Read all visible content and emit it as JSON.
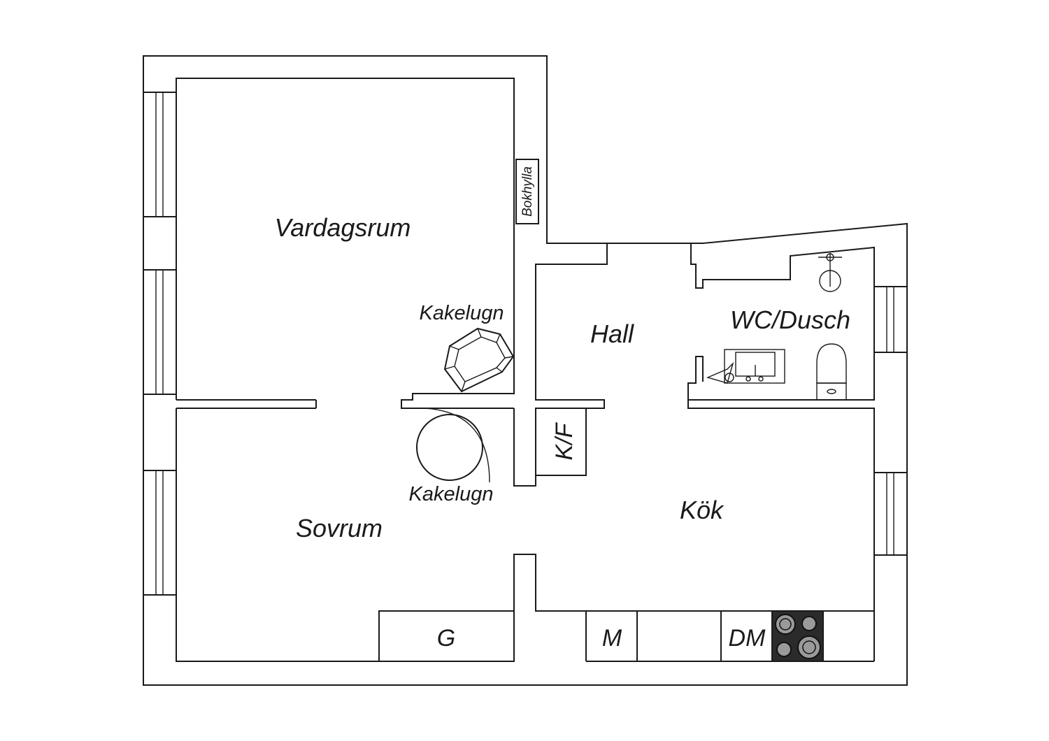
{
  "rooms": {
    "vardagsrum": "Vardagsrum",
    "hall": "Hall",
    "wc": "WC/Dusch",
    "sovrum": "Sovrum",
    "kok": "Kök"
  },
  "fixtures": {
    "bokhylla": "Bokhylla",
    "kakelugn_top": "Kakelugn",
    "kakelugn_bottom": "Kakelugn",
    "kf": "K/F",
    "g": "G",
    "m": "M",
    "dm": "DM"
  },
  "colors": {
    "line": "#1a1a1a",
    "stove": "#2b2b2b",
    "burner": "#9a9a9a"
  }
}
